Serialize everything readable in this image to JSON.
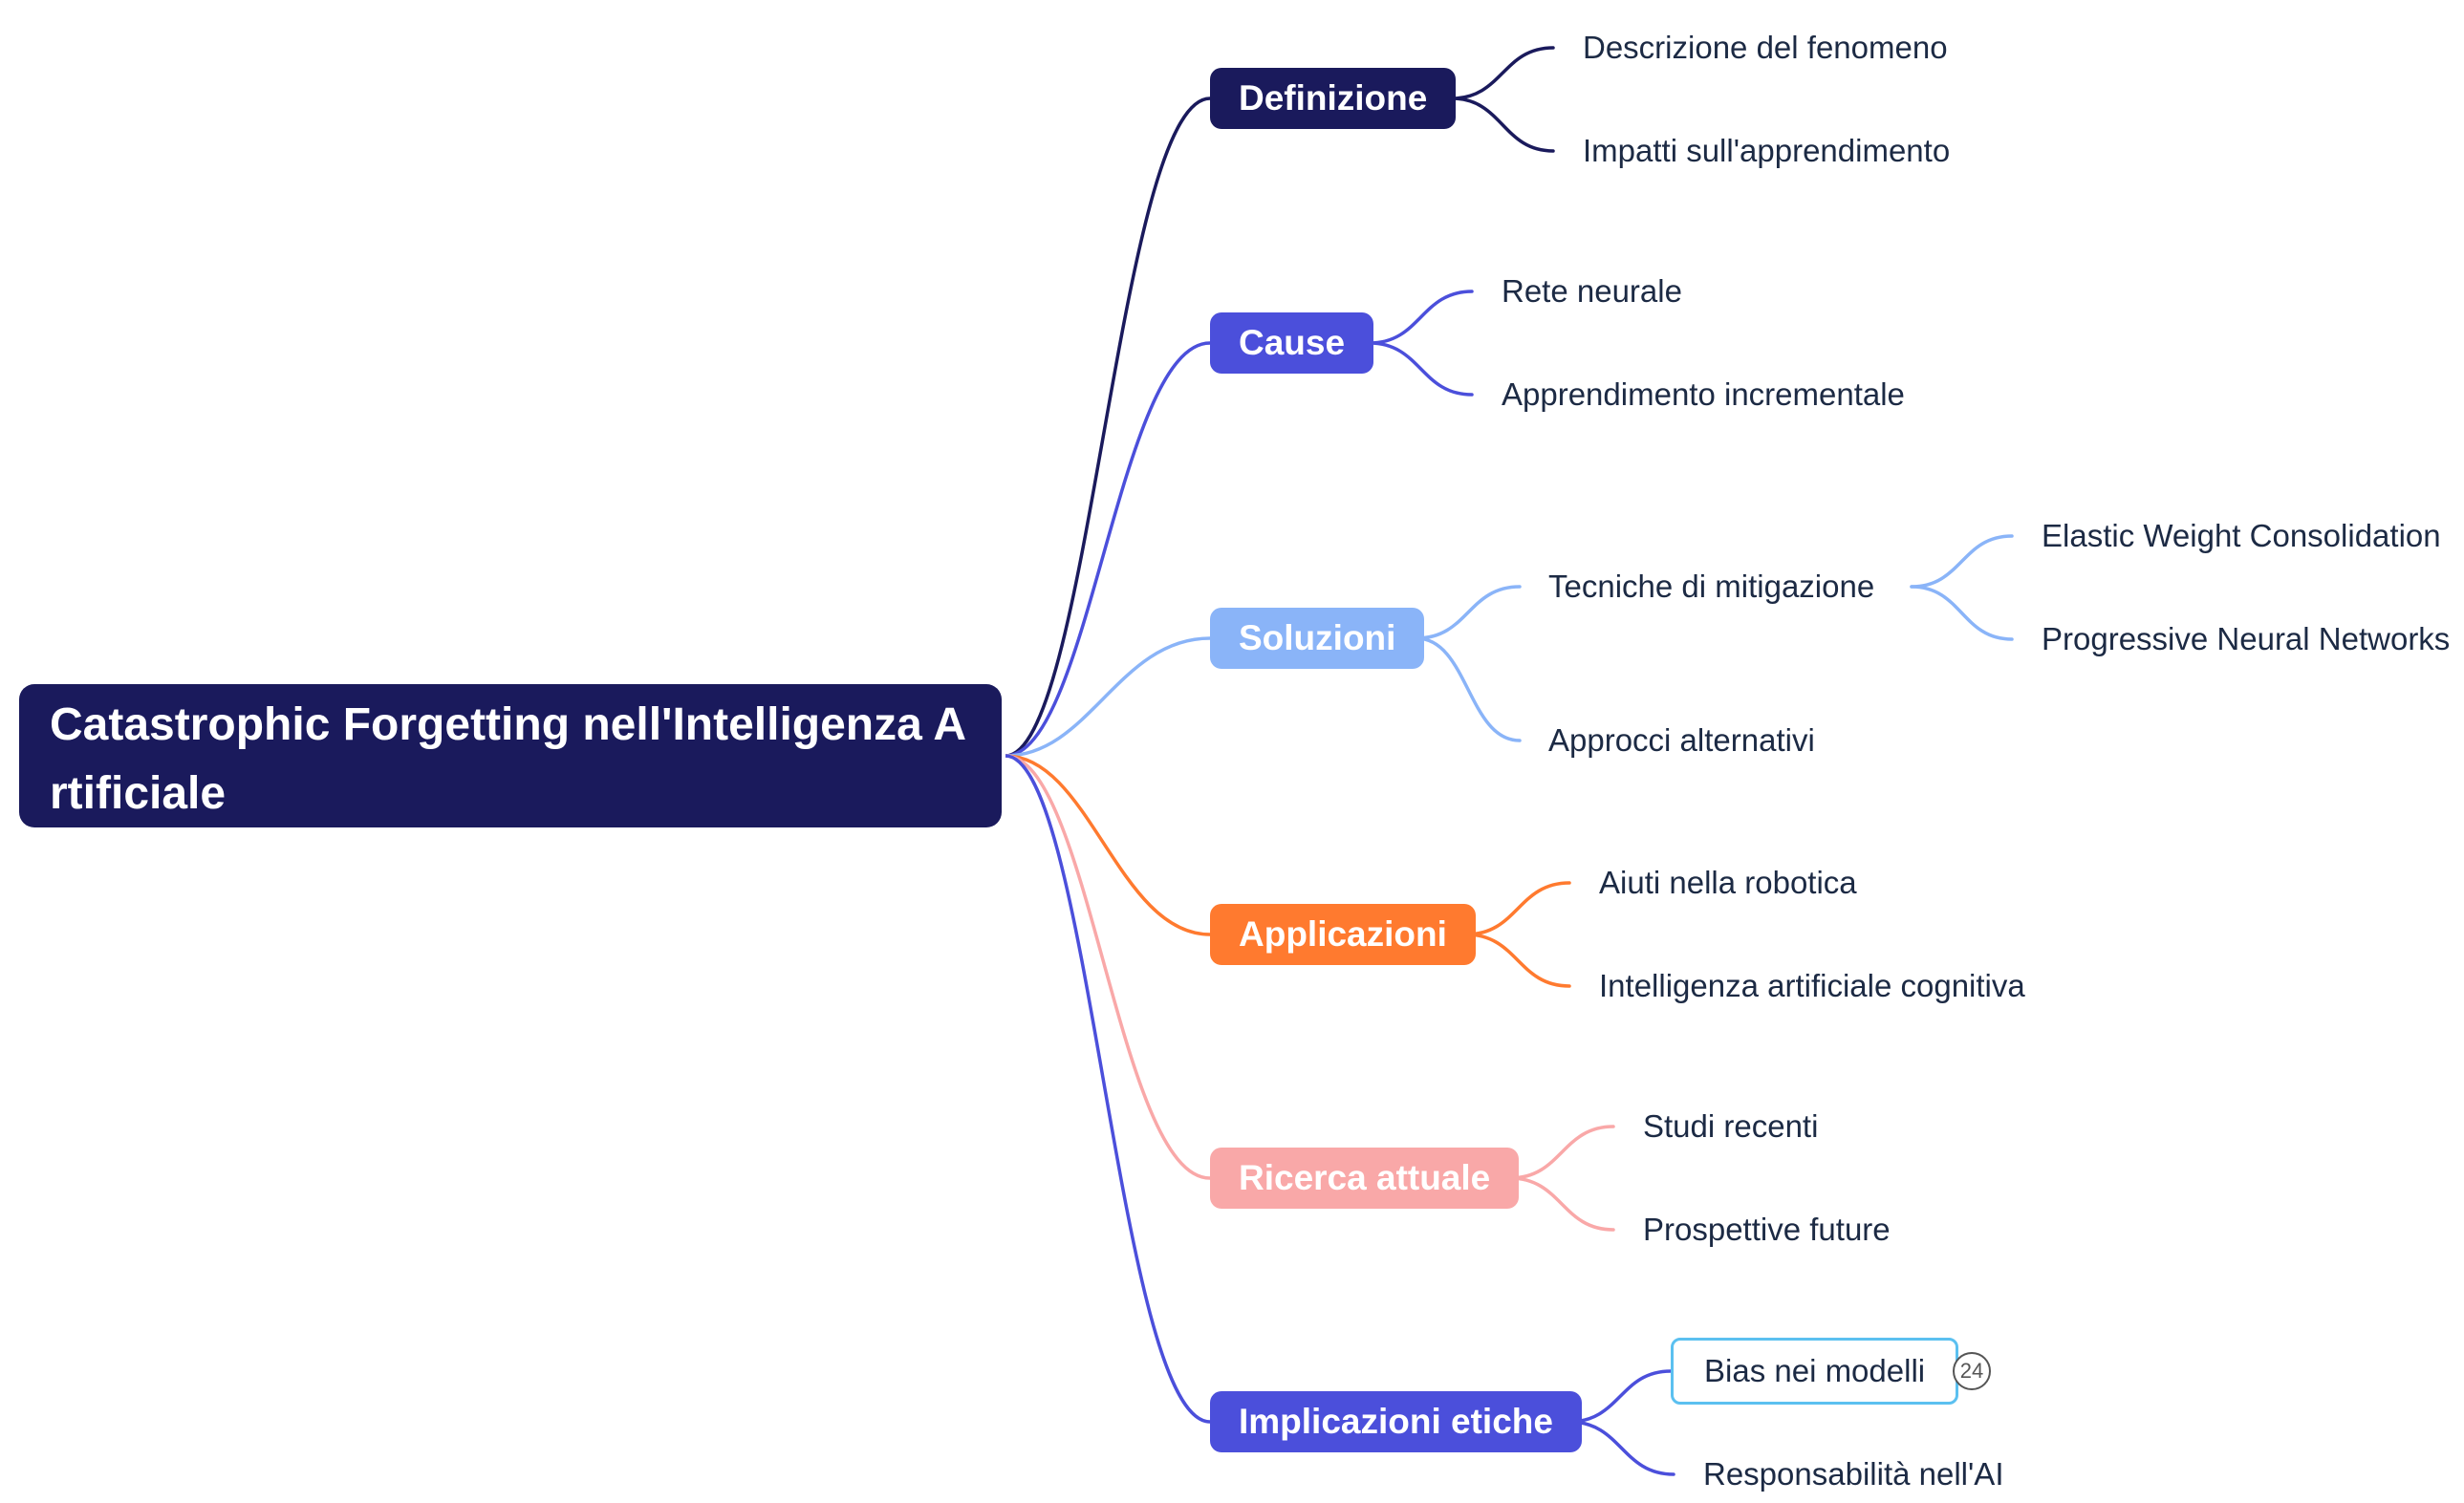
{
  "mindmap": {
    "root": {
      "label": "Catastrophic Forgetting nell'Intelligenza Artificiale",
      "color": "#1a1a5c"
    },
    "branches": [
      {
        "label": "Definizione",
        "color": "#1a1a5c",
        "children": [
          {
            "label": "Descrizione del fenomeno"
          },
          {
            "label": "Impatti sull'apprendimento"
          }
        ]
      },
      {
        "label": "Cause",
        "color": "#4b4fdb",
        "children": [
          {
            "label": "Rete neurale"
          },
          {
            "label": "Apprendimento incrementale"
          }
        ]
      },
      {
        "label": "Soluzioni",
        "color": "#8ab4f8",
        "children": [
          {
            "label": "Tecniche di mitigazione",
            "children": [
              {
                "label": "Elastic Weight Consolidation"
              },
              {
                "label": "Progressive Neural Networks"
              }
            ]
          },
          {
            "label": "Approcci alternativi"
          }
        ]
      },
      {
        "label": "Applicazioni",
        "color": "#ff7a2f",
        "children": [
          {
            "label": "Aiuti nella robotica"
          },
          {
            "label": "Intelligenza artificiale cognitiva"
          }
        ]
      },
      {
        "label": "Ricerca attuale",
        "color": "#f9a8a8",
        "children": [
          {
            "label": "Studi recenti"
          },
          {
            "label": "Prospettive future"
          }
        ]
      },
      {
        "label": "Implicazioni etiche",
        "color": "#4b4fdb",
        "children": [
          {
            "label": "Bias nei modelli",
            "selected": true,
            "badge": "24"
          },
          {
            "label": "Responsabilità nell'AI"
          }
        ]
      }
    ]
  }
}
